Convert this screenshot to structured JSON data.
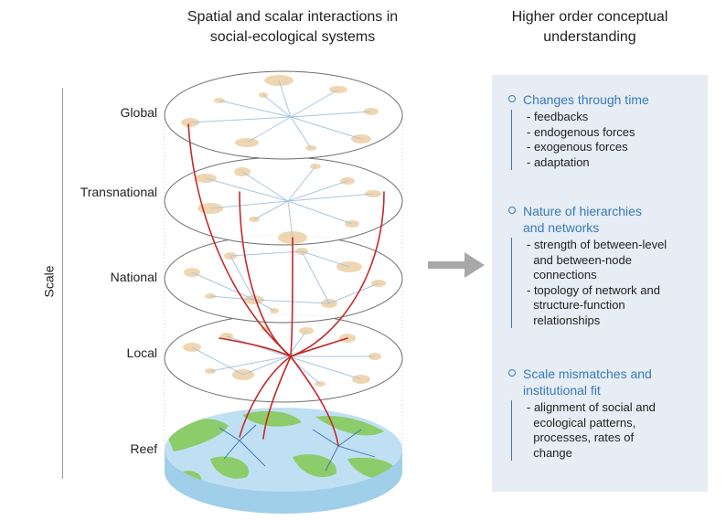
{
  "left_title": [
    "Spatial and scalar interactions in",
    "social-ecological systems"
  ],
  "right_title": [
    "Higher order conceptual",
    "understanding"
  ],
  "axis_label": "Scale",
  "levels": [
    "Global",
    "Transnational",
    "National",
    "Local",
    "Reef"
  ],
  "sections": [
    {
      "heading": [
        "Changes through time"
      ],
      "items": [
        "- feedbacks",
        "- endogenous forces",
        "- exogenous forces",
        "- adaptation"
      ]
    },
    {
      "heading": [
        "Nature of hierarchies",
        "and networks"
      ],
      "items": [
        "- strength of between-level",
        "  and between-node",
        "  connections",
        "- topology of network and",
        "  structure-function",
        "  relationships"
      ]
    },
    {
      "heading": [
        "Scale mismatches and",
        "institutional fit"
      ],
      "items": [
        "- alignment of social and",
        "  ecological patterns,",
        "  processes, rates of",
        "  change"
      ]
    }
  ],
  "colors": {
    "node": "#f0d6b0",
    "network_line": "#a9c6de",
    "cross_scale_line": "#c62828",
    "reef_water": "#bfe0f2",
    "reef_land": "#8ccc6a",
    "panel": "#e6edf4",
    "accent": "#3a7ab8",
    "arrow": "#a8a8a8"
  }
}
